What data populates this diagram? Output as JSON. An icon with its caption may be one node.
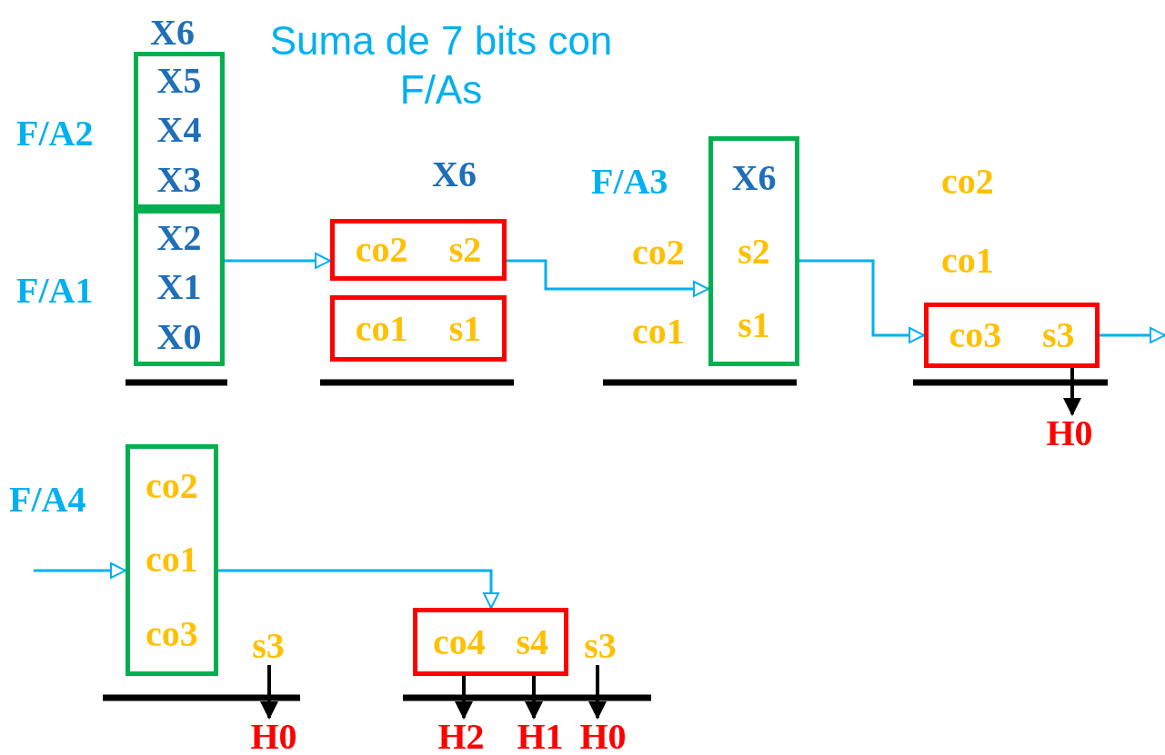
{
  "diagram": {
    "title": "Suma de 7 bits con F/As",
    "nodes": [
      {
        "text": [
          "X5",
          "X4",
          "X3"
        ],
        "beside": [
          "F/A2"
        ]
      },
      {
        "text": [
          "X2",
          "X1",
          "X0"
        ],
        "beside": [
          "F/A1"
        ]
      },
      {
        "text": [
          "co2",
          "s2"
        ]
      },
      {
        "text": [
          "co1",
          "s1"
        ]
      },
      {
        "text": [
          "X6",
          "s2",
          "s1"
        ],
        "beside": [
          "F/A3"
        ]
      },
      {
        "text": [
          "co3",
          "s3"
        ]
      },
      {
        "text": [
          "H0"
        ]
      },
      {
        "text": [
          "co2",
          "co1",
          "co3"
        ],
        "beside": [
          "F/A4"
        ]
      },
      {
        "text": [
          "s3"
        ]
      },
      {
        "text": [
          "H0"
        ]
      },
      {
        "text": [
          "co4",
          "s4"
        ]
      },
      {
        "text": [
          "s3"
        ]
      },
      {
        "text": [
          "H2"
        ]
      },
      {
        "text": [
          "H1"
        ]
      },
      {
        "text": [
          "H0"
        ]
      }
    ],
    "edges": [
      {
        "from": 1,
        "to": 2,
        "arrow": "to",
        "color": "#00b0f0"
      },
      {
        "from": 2,
        "to": 4,
        "arrow": "to",
        "color": "#00b0f0"
      },
      {
        "from": 4,
        "to": 5,
        "arrow": "to",
        "color": "#00b0f0"
      },
      {
        "from": 5,
        "to": null,
        "arrow": "to",
        "color": "#00b0f0"
      },
      {
        "from": null,
        "to": 7,
        "arrow": "to",
        "color": "#00b0f0"
      },
      {
        "from": 7,
        "to": 10,
        "arrow": "to",
        "color": "#00b0f0"
      },
      {
        "from": 5,
        "to": 6,
        "arrow": "to",
        "color": "#000000"
      },
      {
        "from": 8,
        "to": 9,
        "arrow": "to",
        "color": "#000000"
      },
      {
        "from": 10,
        "to": 12,
        "arrow": "to",
        "color": "#000000"
      },
      {
        "from": 10,
        "to": 13,
        "arrow": "to",
        "color": "#000000"
      },
      {
        "from": 11,
        "to": 14,
        "arrow": "to",
        "color": "#000000"
      }
    ],
    "labels": [
      "X6",
      "X6",
      "co2",
      "co1",
      "co2",
      "co1"
    ]
  }
}
